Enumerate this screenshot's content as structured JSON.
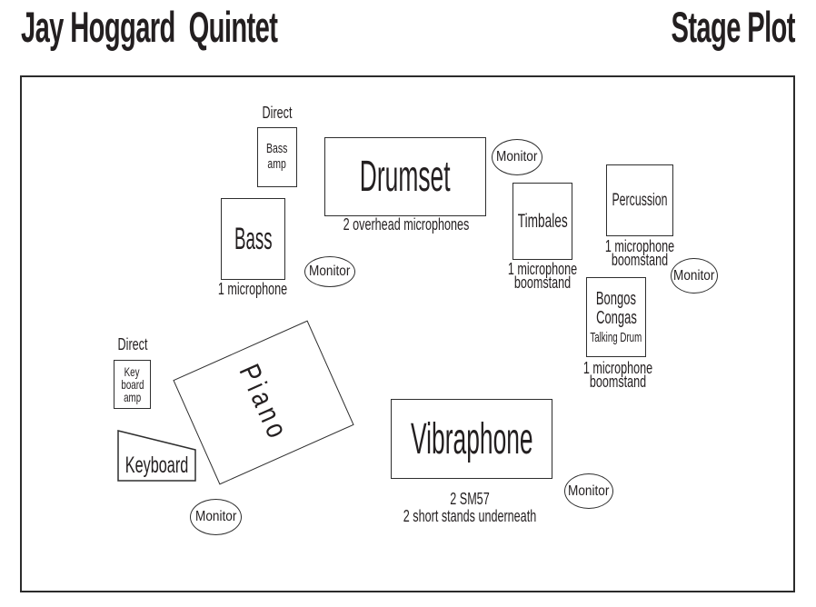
{
  "colors": {
    "ink": "#231f20",
    "line": "#2e2e2e",
    "background": "#ffffff"
  },
  "header": {
    "band_name": "Jay Hoggard  Quintet",
    "doc_title": "Stage Plot"
  },
  "stage": {
    "monitor_label": "Monitor",
    "bass_rig": {
      "direct_label": "Direct",
      "amp_lines": [
        "Bass",
        "amp"
      ],
      "instrument": "Bass",
      "note": "1 microphone"
    },
    "drumset": {
      "instrument": "Drumset",
      "note": "2 overhead microphones"
    },
    "timbales": {
      "instrument": "Timbales",
      "note_lines": [
        "1 microphone",
        "boomstand"
      ]
    },
    "percussion": {
      "instrument": "Percussion",
      "note_lines": [
        "1 microphone",
        "boomstand"
      ]
    },
    "hand_drums": {
      "lines": [
        "Bongos",
        "Congas",
        "Talking Drum"
      ],
      "note_lines": [
        "1 microphone",
        "boomstand"
      ]
    },
    "keys_rig": {
      "direct_label": "Direct",
      "amp_lines": [
        "Key",
        "board",
        "amp"
      ],
      "instrument": "Keyboard"
    },
    "piano": {
      "instrument": "Piano"
    },
    "vibraphone": {
      "instrument": "Vibraphone",
      "note_lines": [
        "2 SM57",
        "2 short stands underneath"
      ]
    }
  }
}
